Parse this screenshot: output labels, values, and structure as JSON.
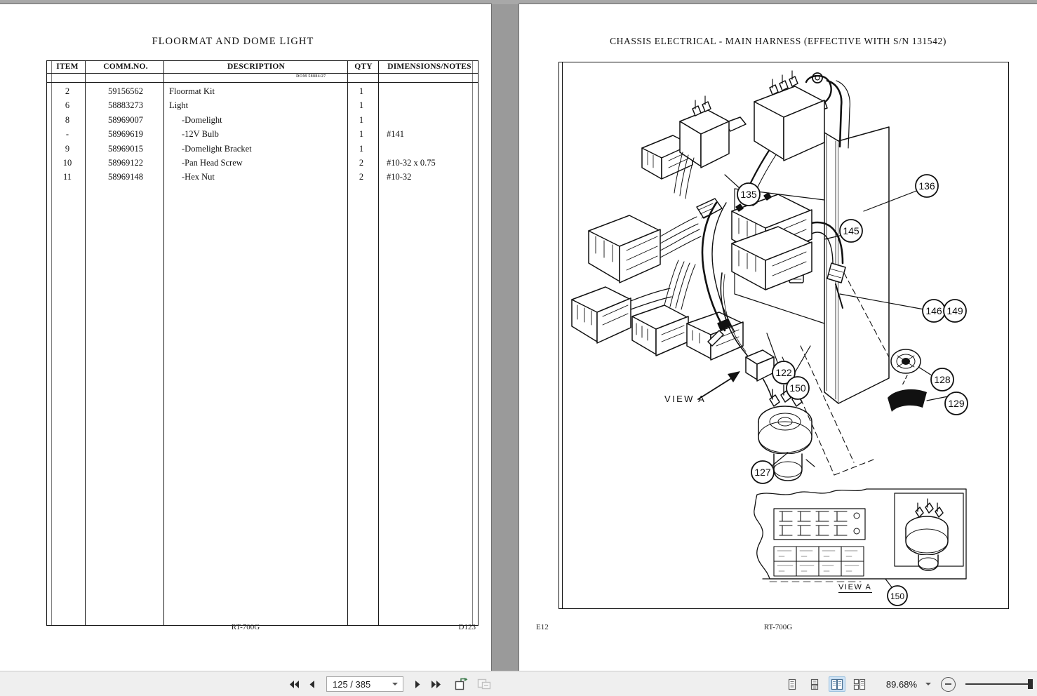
{
  "viewer": {
    "left_page": {
      "title": "FLOORMAT AND DOME LIGHT",
      "table": {
        "headers": {
          "item": "ITEM",
          "comm_no": "COMM.NO.",
          "description": "DESCRIPTION",
          "qty": "QTY",
          "dimensions": "DIMENSIONS/NOTES"
        },
        "subnote": "DOM 58884/27",
        "rows": [
          {
            "item": "2",
            "comm_no": "59156562",
            "description": "Floormat Kit",
            "indent": false,
            "qty": "1",
            "dimensions": ""
          },
          {
            "item": "6",
            "comm_no": "58883273",
            "description": "Light",
            "indent": false,
            "qty": "1",
            "dimensions": ""
          },
          {
            "item": "8",
            "comm_no": "58969007",
            "description": "-Domelight",
            "indent": true,
            "qty": "1",
            "dimensions": ""
          },
          {
            "item": "-",
            "comm_no": "58969619",
            "description": "-12V Bulb",
            "indent": true,
            "qty": "1",
            "dimensions": "#141"
          },
          {
            "item": "9",
            "comm_no": "58969015",
            "description": "-Domelight Bracket",
            "indent": true,
            "qty": "1",
            "dimensions": ""
          },
          {
            "item": "10",
            "comm_no": "58969122",
            "description": "-Pan Head Screw",
            "indent": true,
            "qty": "2",
            "dimensions": "#10-32 x 0.75"
          },
          {
            "item": "11",
            "comm_no": "58969148",
            "description": "-Hex Nut",
            "indent": true,
            "qty": "2",
            "dimensions": "#10-32"
          }
        ]
      },
      "footer_center": "RT-700G",
      "footer_right": "D123"
    },
    "right_page": {
      "title": "CHASSIS ELECTRICAL - MAIN HARNESS (EFFECTIVE WITH S/N 131542)",
      "diagram": {
        "view_label_main": "VIEW A",
        "view_label_inset": "VIEW A",
        "callouts": [
          "145",
          "135",
          "136",
          "146",
          "149",
          "122",
          "150",
          "128",
          "129",
          "127",
          "150"
        ]
      },
      "footer_left": "E12",
      "footer_center": "RT-700G"
    }
  },
  "toolbar": {
    "first_page_label": "first-page",
    "prev_page_label": "previous-page",
    "next_page_label": "next-page",
    "last_page_label": "last-page",
    "page_value": "125 / 385",
    "page_current": "125",
    "page_total": "385",
    "view_modes": [
      {
        "name": "single-page",
        "active": false
      },
      {
        "name": "continuous-scroll",
        "active": false
      },
      {
        "name": "two-page-facing",
        "active": true
      },
      {
        "name": "two-page-continuous",
        "active": false
      }
    ],
    "zoom_value": "89.68%"
  }
}
